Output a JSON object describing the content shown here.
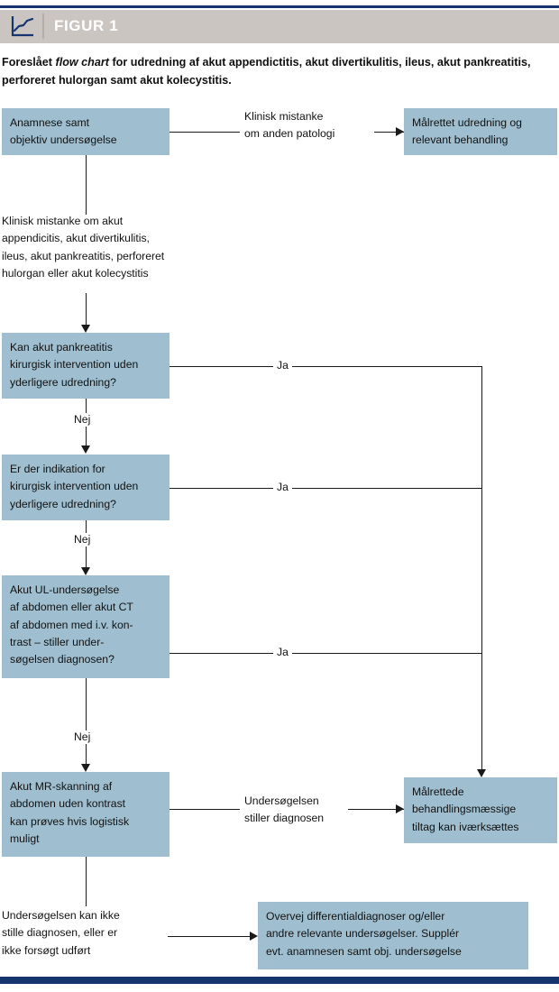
{
  "header": {
    "title": "FIGUR 1",
    "icon": "line-chart-icon",
    "band_color": "#cbc5c1",
    "rule_color": "#16356f"
  },
  "caption": {
    "prefix": "Foreslået ",
    "italic": "flow chart",
    "suffix": " for udredning af akut appendictitis, akut divertikulitis, ileus, akut pankreatitis, perforeret hulorgan samt akut kolecystitis."
  },
  "style": {
    "box_fill": "#9fbfd0",
    "line_color": "#1a1a1a",
    "text_color": "#111111"
  },
  "chart_data": {
    "type": "diagram",
    "title": "Foreslået flow chart for udredning af akut appendictitis, akut divertikulitis, ileus, akut pankreatitis, perforeret hulorgan samt akut kolecystitis.",
    "nodes": [
      {
        "id": "n1",
        "kind": "box",
        "text": "Anamnese samt objektiv undersøgelse"
      },
      {
        "id": "n2",
        "kind": "box",
        "text": "Målrettet udredning og relevant behandling"
      },
      {
        "id": "n3",
        "kind": "label",
        "text": "Klinisk mistanke om akut appendicitis, akut divertikulitis, ileus, akut pankreatitis, perforeret hulorgan eller akut kolecystitis"
      },
      {
        "id": "n4",
        "kind": "box",
        "text": "Kan akut pankreatitis kirurgisk intervention uden yderligere udredning?"
      },
      {
        "id": "n5",
        "kind": "box",
        "text": "Er der indikation for kirurgisk intervention uden yderligere udredning?"
      },
      {
        "id": "n6",
        "kind": "box",
        "text": "Akut UL-undersøgelse af abdomen eller akut CT af abdomen med i.v. kontrast – stiller undersøgelsen diagnosen?"
      },
      {
        "id": "n7",
        "kind": "box",
        "text": "Akut MR-skanning af abdomen uden kontrast kan prøves hvis logistisk muligt"
      },
      {
        "id": "n8",
        "kind": "box",
        "text": "Målrettede behandlingsmæssige tiltag kan iværksættes"
      },
      {
        "id": "n9",
        "kind": "label",
        "text": "Undersøgelsen kan ikke stille diagnosen, eller er ikke forsøgt udført"
      },
      {
        "id": "n10",
        "kind": "box",
        "text": "Overvej differentialdiagnoser og/eller andre relevante undersøgelser. Supplér evt. anamnesen samt obj. undersøgelse"
      }
    ],
    "edges": [
      {
        "from": "n1",
        "to": "n2",
        "label": "Klinisk mistanke om anden patologi"
      },
      {
        "from": "n1",
        "to": "n4",
        "label": ""
      },
      {
        "from": "n4",
        "to": "n8",
        "label": "Ja"
      },
      {
        "from": "n4",
        "to": "n5",
        "label": "Nej"
      },
      {
        "from": "n5",
        "to": "n8",
        "label": "Ja"
      },
      {
        "from": "n5",
        "to": "n6",
        "label": "Nej"
      },
      {
        "from": "n6",
        "to": "n8",
        "label": "Ja"
      },
      {
        "from": "n6",
        "to": "n7",
        "label": "Nej"
      },
      {
        "from": "n7",
        "to": "n8",
        "label": "Undersøgelsen stiller diagnosen"
      },
      {
        "from": "n7",
        "to": "n10",
        "label": "Undersøgelsen kan ikke stille diagnosen, eller er ikke forsøgt udført"
      }
    ]
  },
  "nodes": {
    "anamnese": "Anamnese samt\nobjektiv undersøgelse",
    "maalrettet_udredning": "Målrettet udredning og\nrelevant behandling",
    "klinisk_mistanke_anden": "Klinisk mistanke\nom anden patologi",
    "klinisk_mistanke_akut": "Klinisk mistanke om akut\nappendicitis, akut divertikulitis,\nileus, akut pankreatitis, perforeret\nhulorgan eller akut kolecystitis",
    "pankreatitis_q": "Kan akut pankreatitis\nkirurgisk intervention uden\nyderligere udredning?",
    "indikation_q": "Er der indikation for\nkirurgisk intervention uden\nyderligere udredning?",
    "ul_ct_q": "Akut UL-undersøgelse\naf abdomen eller akut CT\naf abdomen med i.v. kon-\ntrast – stiller under-\nsøgelsen diagnosen?",
    "mr_box": "Akut MR-skanning af\nabdomen uden kontrast\nkan prøves hvis logistisk\nmuligt",
    "maalrettede_tiltag": "Målrettede\nbehandlingsmæssige\ntiltag kan iværksættes",
    "undersoegelsen_stiller": "Undersøgelsen\nstiller diagnosen",
    "kan_ikke_stille": "Undersøgelsen kan ikke\nstille diagnosen, eller er\nikke forsøgt udført",
    "overvej_diff": "Overvej differentialdiagnoser og/eller\nandre relevante undersøgelser. Supplér\nevt. anamnesen samt obj. undersøgelse"
  },
  "edge_labels": {
    "ja1": "Ja",
    "ja2": "Ja",
    "ja3": "Ja",
    "nej1": "Nej",
    "nej2": "Nej",
    "nej3": "Nej"
  }
}
